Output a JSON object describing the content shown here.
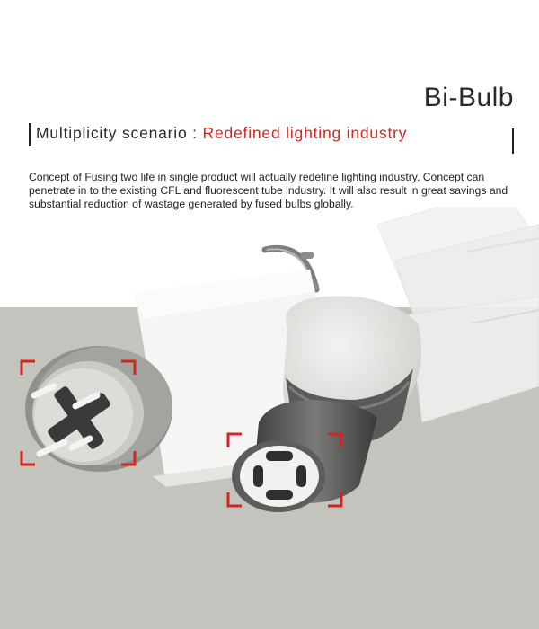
{
  "header": {
    "title": "Bi-Bulb",
    "subtitle_main": "Multiplicity scenario : ",
    "subtitle_accent": "Redefined lighting industry"
  },
  "body": {
    "paragraph": "Concept of Fusing two  life in single product will actually redefine lighting industry. Concept can penetrate in to the existing  CFL and fluorescent tube industry.  It will also result in great savings and substantial reduction of wastage generated by fused bulbs globally."
  },
  "colors": {
    "accent": "#d6241f",
    "floor": "#c3c4bd",
    "text": "#222222"
  },
  "illustration": {
    "items": [
      "tube-light-end-icon",
      "cfl-base-icon",
      "focus-bracket-icon"
    ]
  }
}
